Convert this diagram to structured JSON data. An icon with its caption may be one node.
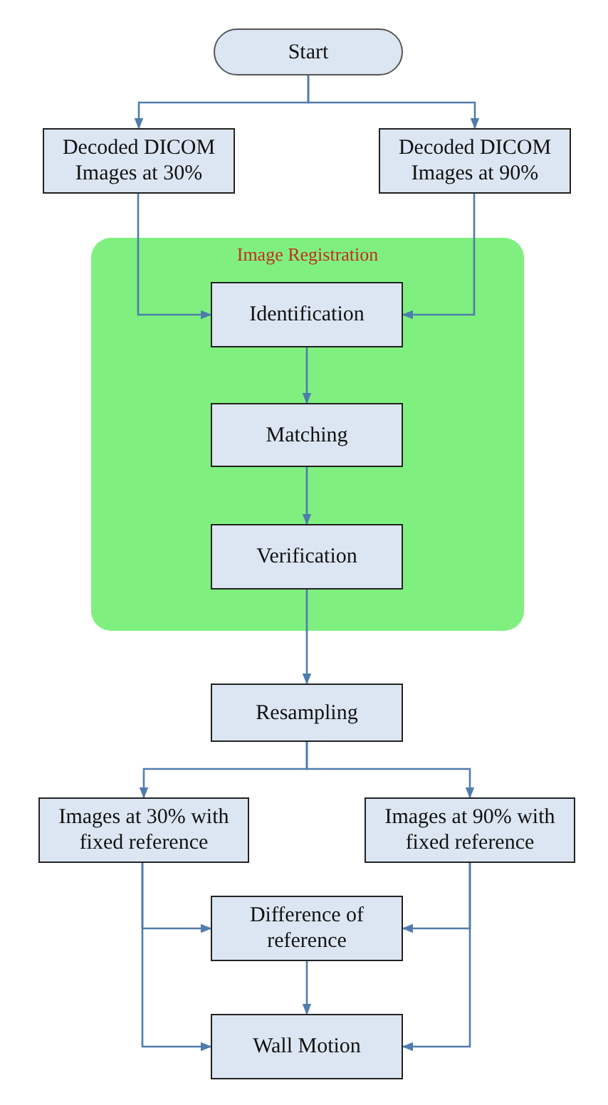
{
  "diagram": {
    "nodes": [
      {
        "text": [
          "Start"
        ]
      },
      {
        "text": [
          "Decoded DICOM Images at 30%"
        ]
      },
      {
        "text": [
          "Decoded DICOM Images at 90%"
        ]
      },
      {
        "text": [
          "Image Registration"
        ]
      },
      {
        "text": [
          "Identification"
        ],
        "in": 3
      },
      {
        "text": [
          "Matching"
        ],
        "in": 3
      },
      {
        "text": [
          "Verification"
        ],
        "in": 3
      },
      {
        "text": [
          "Resampling"
        ]
      },
      {
        "text": [
          "Images at 30% with fixed reference"
        ]
      },
      {
        "text": [
          "Images at 90% with fixed reference"
        ]
      },
      {
        "text": [
          "Difference of reference"
        ]
      },
      {
        "text": [
          "Wall Motion"
        ]
      }
    ],
    "edges": [
      {
        "from": 0,
        "to": 1,
        "arrow": "to"
      },
      {
        "from": 0,
        "to": 2,
        "arrow": "to"
      },
      {
        "from": 1,
        "to": 4,
        "arrow": "to"
      },
      {
        "from": 2,
        "to": 4,
        "arrow": "to"
      },
      {
        "from": 4,
        "to": 5,
        "arrow": "to"
      },
      {
        "from": 5,
        "to": 6,
        "arrow": "to"
      },
      {
        "from": 6,
        "to": 7,
        "arrow": "to"
      },
      {
        "from": 7,
        "to": 8,
        "arrow": "to"
      },
      {
        "from": 7,
        "to": 9,
        "arrow": "to"
      },
      {
        "from": 8,
        "to": 10,
        "arrow": "to"
      },
      {
        "from": 8,
        "to": 11,
        "arrow": "to"
      },
      {
        "from": 9,
        "to": 10,
        "arrow": "to"
      },
      {
        "from": 9,
        "to": 11,
        "arrow": "to"
      },
      {
        "from": 10,
        "to": 11,
        "arrow": "to"
      }
    ]
  }
}
